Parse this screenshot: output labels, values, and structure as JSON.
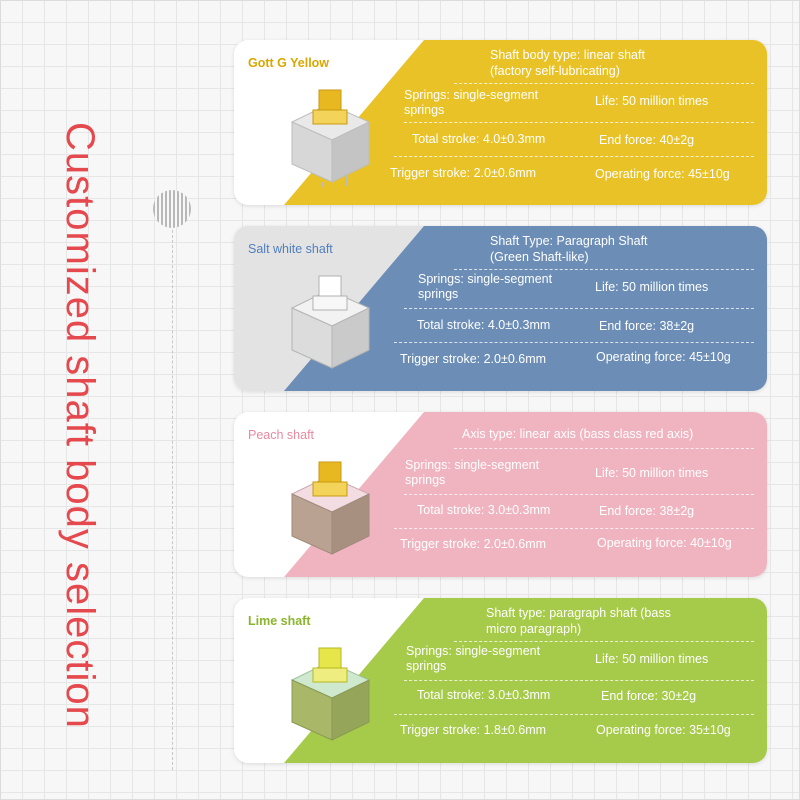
{
  "title": "Customized shaft body selection",
  "colors": {
    "yellow": "#e9c228",
    "blue": "#6b8db6",
    "pink": "#f0b4c0",
    "green": "#a6ca4a",
    "title_red": "#e5484d"
  },
  "cards": [
    {
      "name": "Gott G Yellow",
      "type_line1": "Shaft body type: linear shaft",
      "type_line2": "(factory self-lubricating)",
      "springs": "Springs: single-segment springs",
      "life": "Life: 50 million times",
      "total_stroke": "Total stroke: 4.0±0.3mm",
      "end_force": "End force: 40±2g",
      "trigger_stroke": "Trigger stroke: 2.0±0.6mm",
      "operating_force": "Operating force: 45±10g"
    },
    {
      "name": "Salt white shaft",
      "type_line1": "Shaft Type: Paragraph Shaft",
      "type_line2": "(Green Shaft-like)",
      "springs": "Springs: single-segment springs",
      "life": "Life: 50 million times",
      "total_stroke": "Total stroke: 4.0±0.3mm",
      "end_force": "End force: 38±2g",
      "trigger_stroke": "Trigger stroke: 2.0±0.6mm",
      "operating_force": "Operating force: 45±10g"
    },
    {
      "name": "Peach shaft",
      "type_line1": "Axis type: linear axis (bass class red axis)",
      "type_line2": "",
      "springs": "Springs: single-segment springs",
      "life": "Life: 50 million times",
      "total_stroke": "Total stroke: 3.0±0.3mm",
      "end_force": "End force: 38±2g",
      "trigger_stroke": "Trigger stroke: 2.0±0.6mm",
      "operating_force": "Operating force: 40±10g"
    },
    {
      "name": "Lime shaft",
      "type_line1": "Shaft type: paragraph shaft (bass",
      "type_line2": "micro paragraph)",
      "springs": "Springs: single-segment springs",
      "life": "Life: 50 million times",
      "total_stroke": "Total stroke: 3.0±0.3mm",
      "end_force": "End force: 30±2g",
      "trigger_stroke": "Trigger stroke: 1.8±0.6mm",
      "operating_force": "Operating force: 35±10g"
    }
  ]
}
